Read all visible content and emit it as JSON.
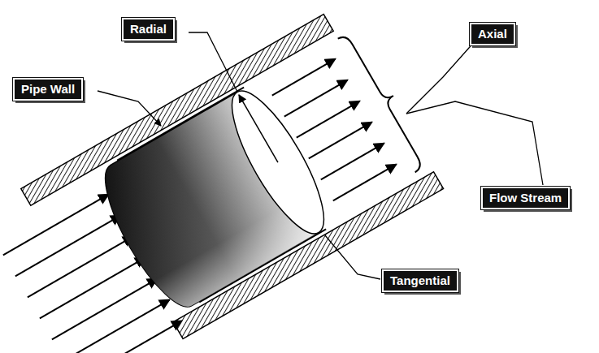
{
  "diagram": {
    "nodes": [
      {
        "text": [
          "Radial"
        ]
      },
      {
        "text": [
          "Pipe Wall"
        ]
      },
      {
        "text": [
          "Axial"
        ]
      },
      {
        "text": [
          "Flow Stream"
        ]
      },
      {
        "text": [
          "Tangential"
        ]
      }
    ]
  }
}
